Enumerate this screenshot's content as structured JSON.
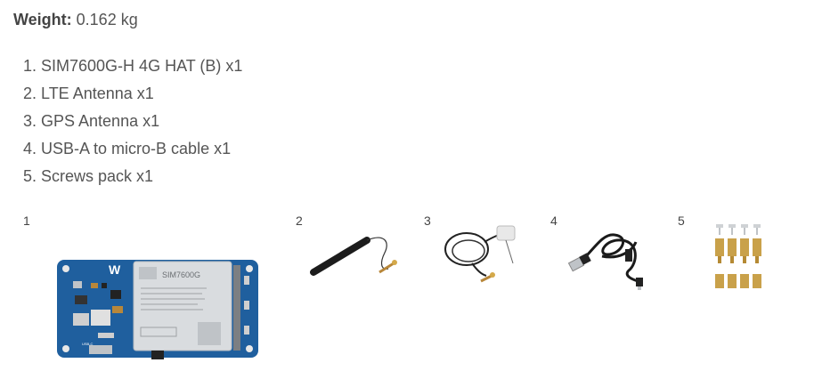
{
  "weight": {
    "label": "Weight:",
    "value": " 0.162 kg"
  },
  "items": [
    "1. SIM7600G-H 4G HAT (B) x1",
    "2. LTE Antenna x1",
    "3. GPS Antenna x1",
    "4. USB-A to micro-B cable x1",
    "5. Screws pack x1"
  ],
  "figures": [
    {
      "number": "1",
      "board_module_label": "SIM7600G",
      "board_usb_label": "USB-C"
    },
    {
      "number": "2"
    },
    {
      "number": "3"
    },
    {
      "number": "4"
    },
    {
      "number": "5"
    }
  ],
  "colors": {
    "text": "#555555",
    "board_blue": "#1f5f9e",
    "module_silver": "#d9dcdf",
    "brass": "#c9a14a"
  }
}
